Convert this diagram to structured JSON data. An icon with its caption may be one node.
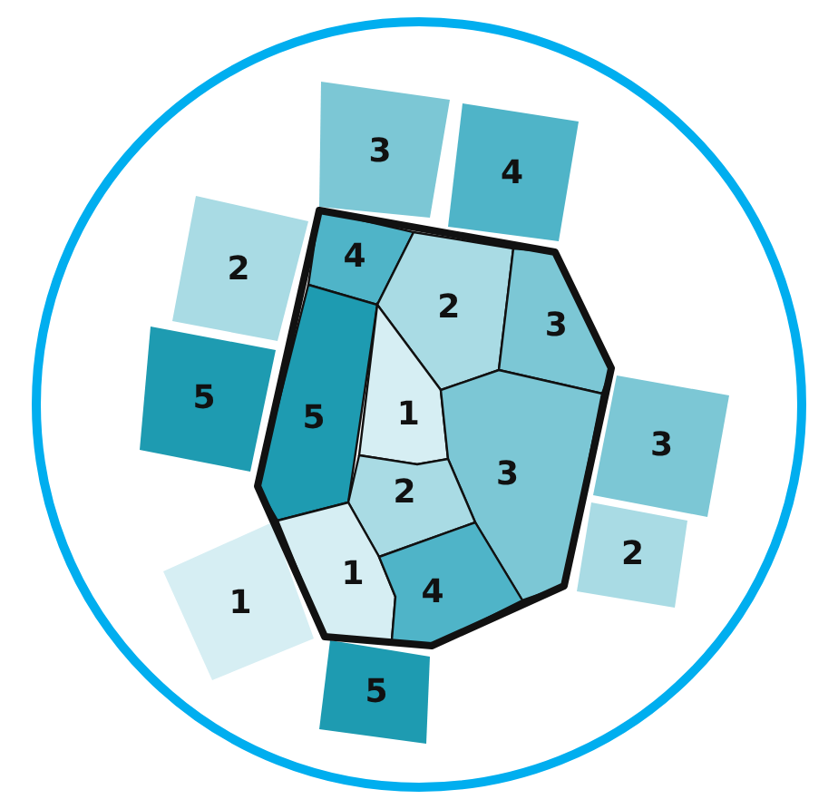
{
  "diagram": {
    "nodes": [
      {
        "text": [
          "3"
        ]
      },
      {
        "text": [
          "4"
        ]
      },
      {
        "text": [],
        "shape": "heptagon"
      },
      {
        "text": [
          "4"
        ],
        "in": 2
      },
      {
        "text": [
          "2"
        ]
      },
      {
        "text": [
          "2"
        ],
        "in": 2
      },
      {
        "text": [
          "3"
        ],
        "in": 2
      },
      {
        "text": [
          "5"
        ],
        "in": 2
      },
      {
        "text": [
          "1"
        ],
        "in": 2
      },
      {
        "text": [
          "5"
        ]
      },
      {
        "text": [
          "3"
        ],
        "in": 2
      },
      {
        "text": [
          "3"
        ]
      },
      {
        "text": [
          "2"
        ],
        "in": 2
      },
      {
        "text": [
          "2"
        ]
      },
      {
        "text": [
          "1"
        ],
        "in": 2
      },
      {
        "text": [
          "1"
        ]
      },
      {
        "text": [
          "4"
        ],
        "in": 2
      },
      {
        "text": [
          "5"
        ]
      }
    ]
  }
}
